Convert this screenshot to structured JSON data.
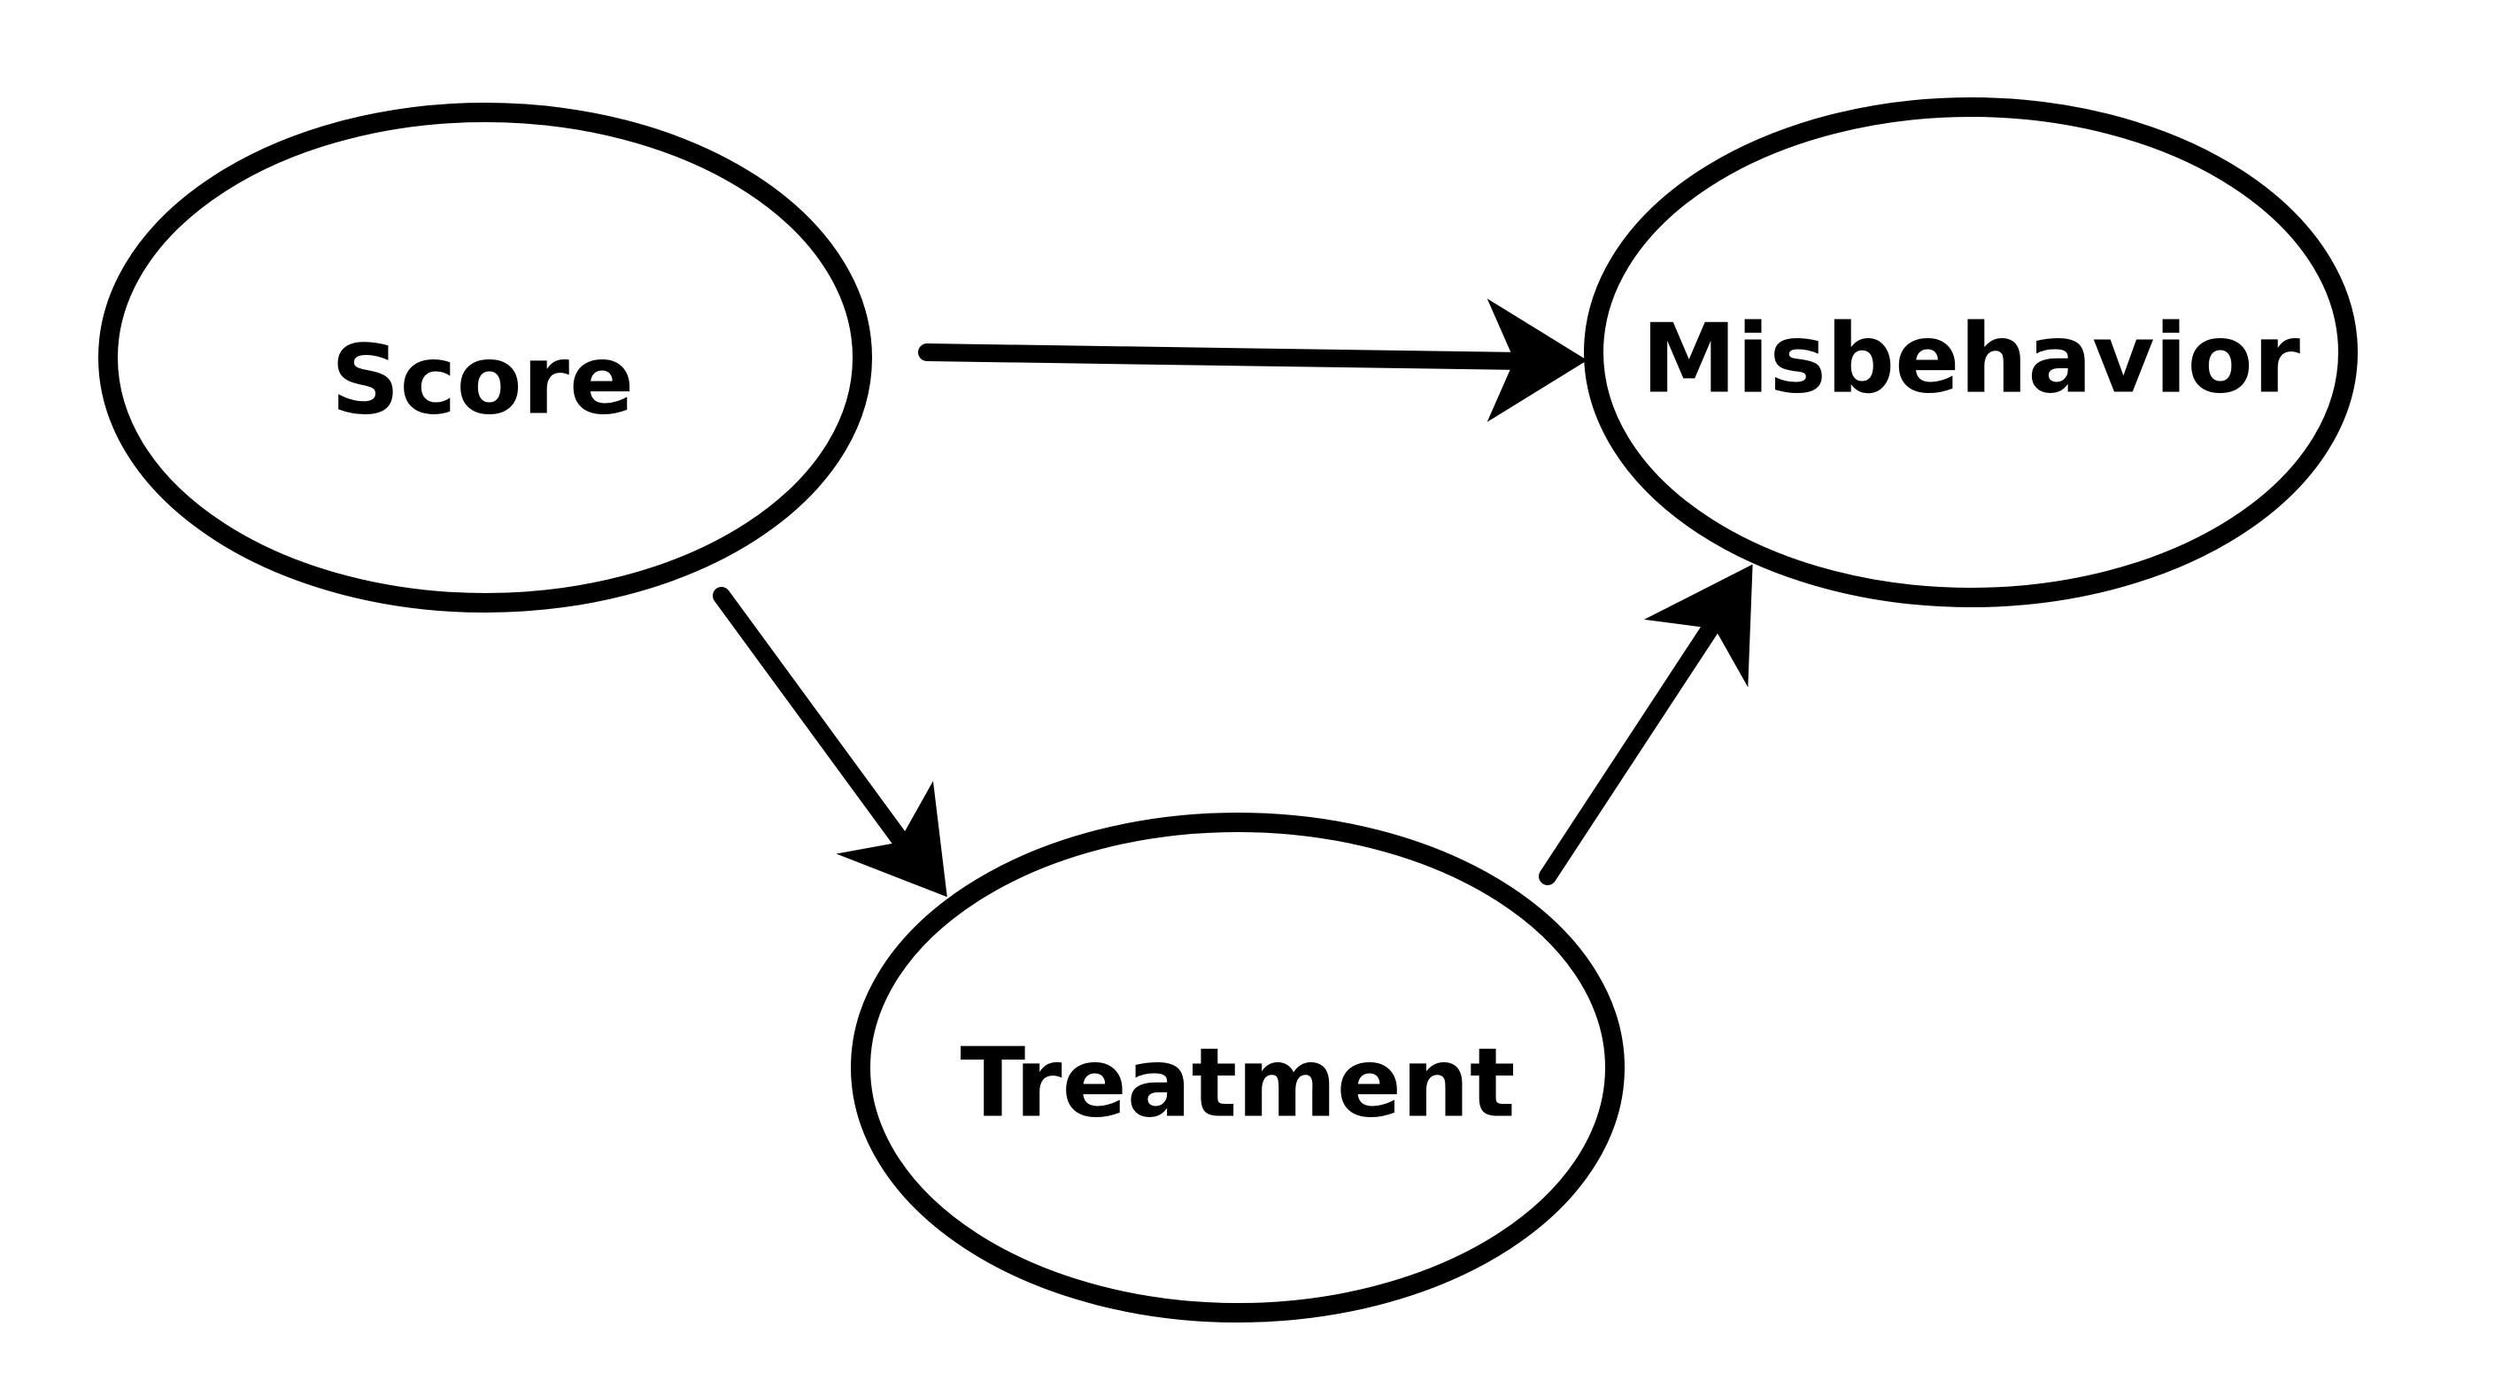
{
  "diagram": {
    "nodes": [
      {
        "id": "score",
        "label": "Score"
      },
      {
        "id": "misbehavior",
        "label": "Misbehavior"
      },
      {
        "id": "treatment",
        "label": "Treatment"
      }
    ],
    "edges": [
      {
        "from": "score",
        "to": "misbehavior"
      },
      {
        "from": "score",
        "to": "treatment"
      },
      {
        "from": "treatment",
        "to": "misbehavior"
      }
    ],
    "colors": {
      "stroke": "#000000",
      "fill": "#ffffff",
      "text": "#000000"
    }
  }
}
